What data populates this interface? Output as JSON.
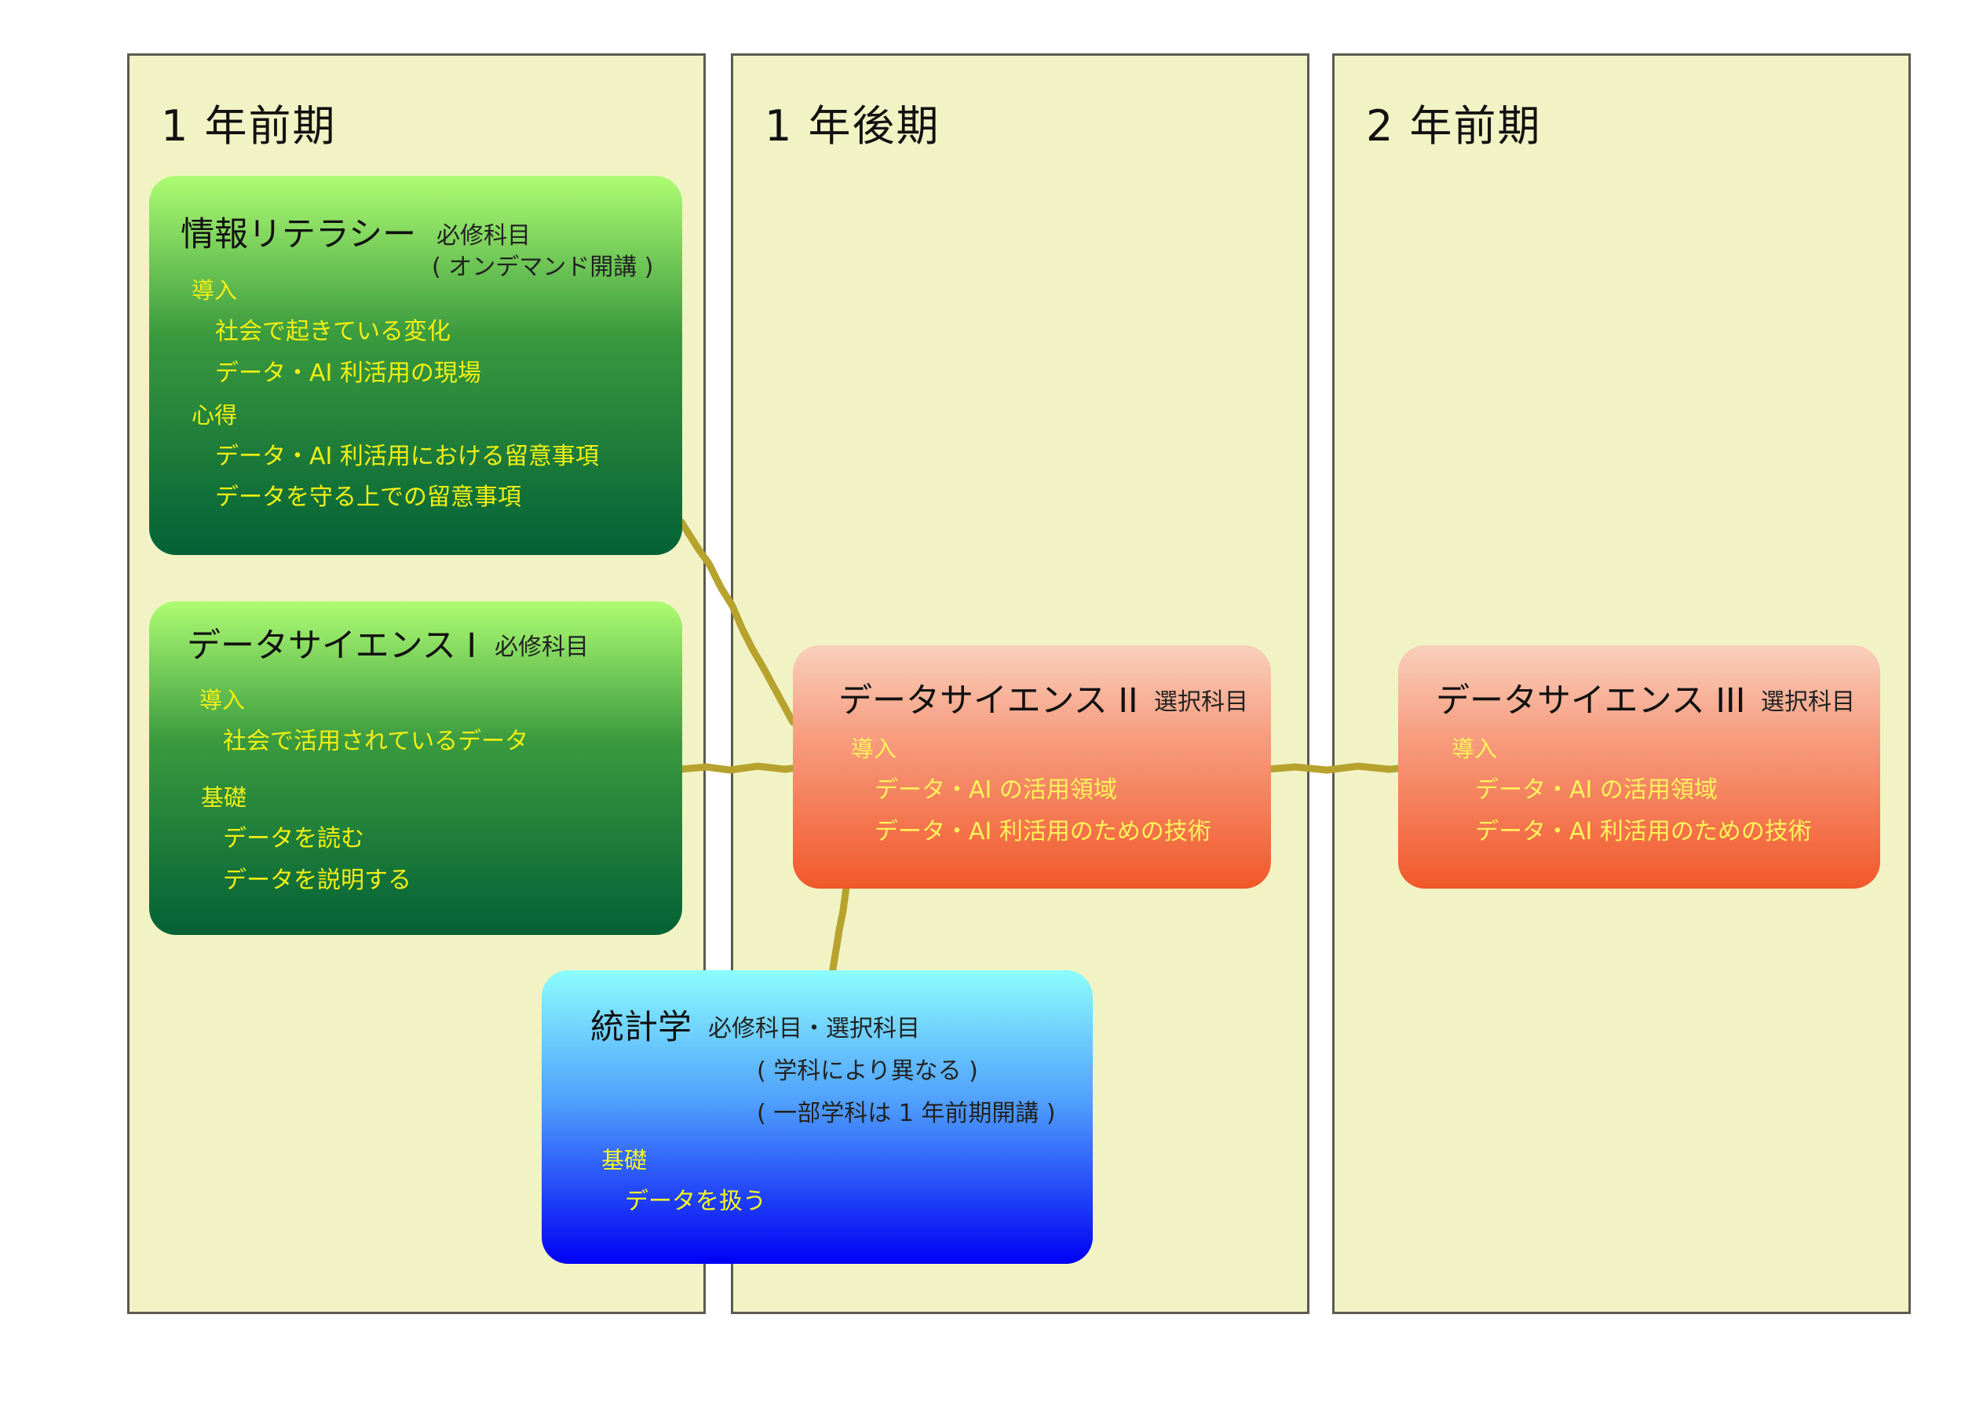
{
  "columns": [
    {
      "title": "1 年前期"
    },
    {
      "title": "1 年後期"
    },
    {
      "title": "2 年前期"
    }
  ],
  "courses": {
    "info_literacy": {
      "name": "情報リテラシー",
      "type": "必修科目",
      "note": "( オンデマンド開講 )",
      "cat1": "導入",
      "cat1_items": [
        "社会で起きている変化",
        "データ・AI 利活用の現場"
      ],
      "cat2": "心得",
      "cat2_items": [
        "データ・AI 利活用における留意事項",
        "データを守る上での留意事項"
      ]
    },
    "ds1": {
      "name": "データサイエンス I",
      "type": "必修科目",
      "cat1": "導入",
      "cat1_items": [
        "社会で活用されているデータ"
      ],
      "cat2": "基礎",
      "cat2_items": [
        "データを読む",
        "データを説明する"
      ]
    },
    "ds2": {
      "name": "データサイエンス II",
      "type": "選択科目",
      "cat1": "導入",
      "cat1_items": [
        "データ・AI の活用領域",
        "データ・AI 利活用のための技術"
      ]
    },
    "ds3": {
      "name": "データサイエンス III",
      "type": "選択科目",
      "cat1": "導入",
      "cat1_items": [
        "データ・AI の活用領域",
        "データ・AI 利活用のための技術"
      ]
    },
    "statistics": {
      "name": "統計学",
      "type": "必修科目・選択科目",
      "note1": "( 学科により異なる )",
      "note2": "( 一部学科は 1 年前期開講 )",
      "cat1": "基礎",
      "cat1_items": [
        "データを扱う"
      ]
    }
  },
  "colors": {
    "column_bg": "#f2f3c4",
    "column_border": "#5e5a50",
    "connector": "#b7a22e",
    "green_top": "#aefc72",
    "green_bottom": "#036136",
    "orange_top": "#f8d0bc",
    "orange_bottom": "#f1582a",
    "blue_top": "#8cfdfd",
    "blue_bottom": "#0000f4",
    "highlight_text": "#f3ef14"
  }
}
